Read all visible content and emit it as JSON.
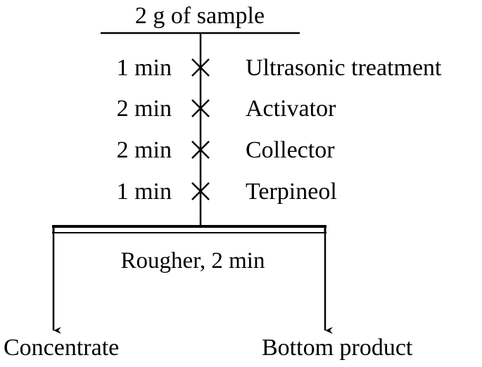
{
  "feed": {
    "label": "2 g of sample"
  },
  "conditioning_steps": [
    {
      "time": "1 min",
      "reagent": "Ultrasonic treatment"
    },
    {
      "time": "2 min",
      "reagent": "Activator"
    },
    {
      "time": "2 min",
      "reagent": "Collector"
    },
    {
      "time": "1 min",
      "reagent": "Terpineol"
    }
  ],
  "cell": {
    "label": "Rougher, 2 min"
  },
  "products": {
    "left": "Concentrate",
    "right": "Bottom product"
  }
}
